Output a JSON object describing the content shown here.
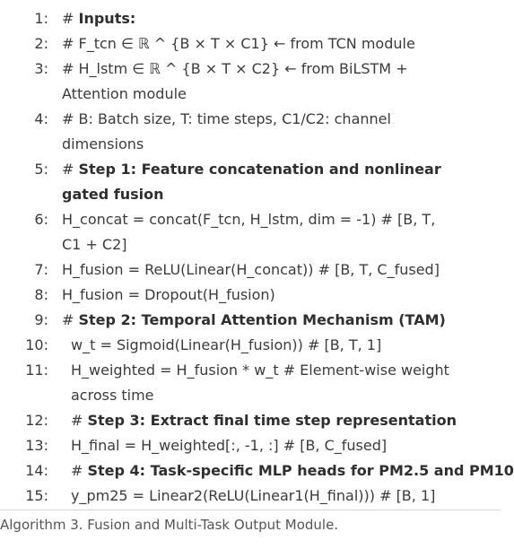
{
  "algorithm": {
    "lines": [
      {
        "num": "1:",
        "parts": [
          "# ",
          "Inputs:"
        ]
      },
      {
        "num": "2:",
        "text": "# F_tcn ∈ ℝ ^ {B × T × C1} ← from TCN module"
      },
      {
        "num": "3:",
        "text1": "#  H_lstm  ∈ ℝ ^  {B  ×  T  ×  C2}  ←  from  BiLSTM  +",
        "text2": "Attention module"
      },
      {
        "num": "4:",
        "text1": "# B: Batch size, T: time steps, C1/C2: channel",
        "text2": "dimensions"
      },
      {
        "num": "5:",
        "parts": [
          "#  ",
          "Step  1:  Feature  concatenation  and  nonlinear",
          "gated fusion"
        ]
      },
      {
        "num": "6:",
        "text1": "H_concat = concat(F_tcn, H_lstm, dim = -1) # [B, T,",
        "text2": "C1 + C2]"
      },
      {
        "num": "7:",
        "text": "H_fusion = ReLU(Linear(H_concat)) # [B, T, C_fused]"
      },
      {
        "num": "8:",
        "text": "H_fusion = Dropout(H_fusion)"
      },
      {
        "num": "9:",
        "parts": [
          "# ",
          "Step 2: Temporal Attention Mechanism (TAM)"
        ]
      },
      {
        "num": "10:",
        "text": "w_t = Sigmoid(Linear(H_fusion)) # [B, T, 1]"
      },
      {
        "num": "11:",
        "text1": "H_weighted = H_fusion * w_t # Element-wise weight",
        "text2": "across time"
      },
      {
        "num": "12:",
        "parts": [
          "# ",
          "Step 3: Extract final time step representation"
        ]
      },
      {
        "num": "13:",
        "text": "H_final = H_weighted[:, -1, :] # [B, C_fused]"
      },
      {
        "num": "14:",
        "parts": [
          "# ",
          "Step 4: Task-specific MLP heads for PM2.5 and PM10"
        ]
      },
      {
        "num": "15:",
        "text": "y_pm25 = Linear2(ReLU(Linear1(H_final))) # [B, 1]"
      }
    ]
  },
  "caption": "Algorithm 3. Fusion and Multi-Task Output Module."
}
